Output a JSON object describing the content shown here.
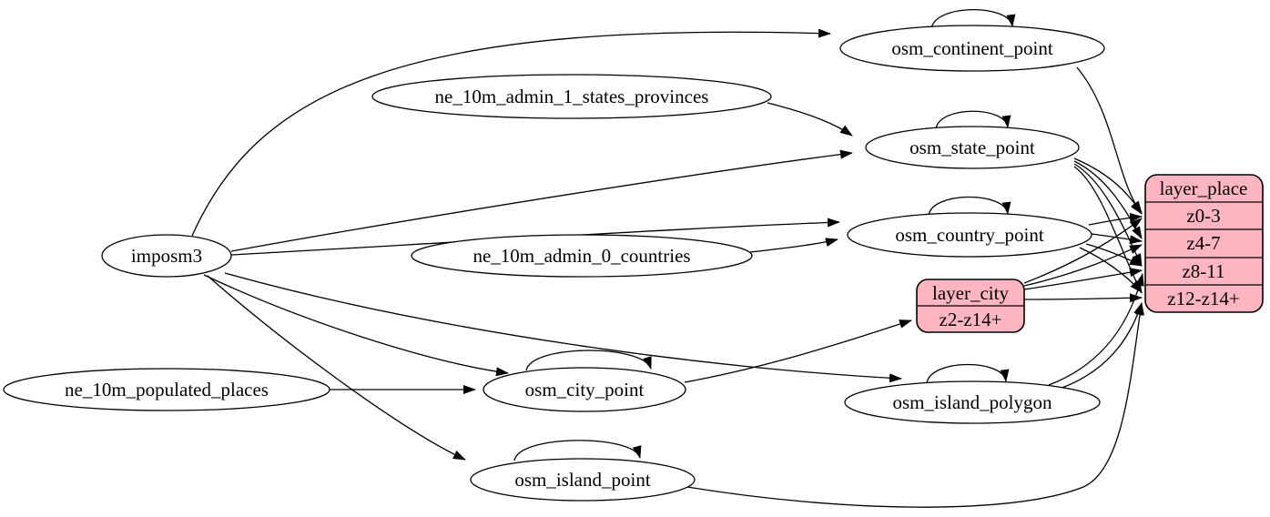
{
  "diagram": {
    "kind": "etl-graph",
    "background": "#ffffff",
    "node_fill": "#ffffff",
    "record_fill": "#ffb6c1",
    "stroke_color": "#000000"
  },
  "nodes": {
    "imposm3": {
      "label": "imposm3"
    },
    "ne_10m_admin_1_states_provinces": {
      "label": "ne_10m_admin_1_states_provinces"
    },
    "ne_10m_admin_0_countries": {
      "label": "ne_10m_admin_0_countries"
    },
    "ne_10m_populated_places": {
      "label": "ne_10m_populated_places"
    },
    "osm_continent_point": {
      "label": "osm_continent_point"
    },
    "osm_state_point": {
      "label": "osm_state_point"
    },
    "osm_country_point": {
      "label": "osm_country_point"
    },
    "osm_city_point": {
      "label": "osm_city_point"
    },
    "osm_island_polygon": {
      "label": "osm_island_polygon"
    },
    "osm_island_point": {
      "label": "osm_island_point"
    },
    "layer_city": {
      "title": "layer_city",
      "rows": [
        "z2-z14+"
      ]
    },
    "layer_place": {
      "title": "layer_place",
      "rows": [
        "z0-3",
        "z4-7",
        "z8-11",
        "z12-z14+"
      ]
    }
  },
  "edges": [
    {
      "from": "imposm3",
      "to": "osm_continent_point"
    },
    {
      "from": "imposm3",
      "to": "osm_state_point"
    },
    {
      "from": "imposm3",
      "to": "osm_country_point"
    },
    {
      "from": "imposm3",
      "to": "osm_city_point"
    },
    {
      "from": "imposm3",
      "to": "osm_island_polygon"
    },
    {
      "from": "imposm3",
      "to": "osm_island_point"
    },
    {
      "from": "ne_10m_admin_1_states_provinces",
      "to": "osm_state_point"
    },
    {
      "from": "ne_10m_admin_0_countries",
      "to": "osm_country_point"
    },
    {
      "from": "ne_10m_populated_places",
      "to": "osm_city_point"
    },
    {
      "from": "osm_continent_point",
      "to": "osm_continent_point",
      "type": "self-loop"
    },
    {
      "from": "osm_state_point",
      "to": "osm_state_point",
      "type": "self-loop"
    },
    {
      "from": "osm_country_point",
      "to": "osm_country_point",
      "type": "self-loop"
    },
    {
      "from": "osm_city_point",
      "to": "osm_city_point",
      "type": "self-loop"
    },
    {
      "from": "osm_island_polygon",
      "to": "osm_island_polygon",
      "type": "self-loop"
    },
    {
      "from": "osm_island_point",
      "to": "osm_island_point",
      "type": "self-loop"
    },
    {
      "from": "osm_continent_point",
      "to": "layer_place",
      "row": "z0-3"
    },
    {
      "from": "osm_state_point",
      "to": "layer_place",
      "row": "z0-3"
    },
    {
      "from": "osm_state_point",
      "to": "layer_place",
      "row": "z4-7"
    },
    {
      "from": "osm_state_point",
      "to": "layer_place",
      "row": "z8-11"
    },
    {
      "from": "osm_state_point",
      "to": "layer_place",
      "row": "z12-z14+"
    },
    {
      "from": "osm_country_point",
      "to": "layer_place",
      "row": "z0-3"
    },
    {
      "from": "osm_country_point",
      "to": "layer_place",
      "row": "z4-7"
    },
    {
      "from": "osm_country_point",
      "to": "layer_place",
      "row": "z8-11"
    },
    {
      "from": "osm_country_point",
      "to": "layer_place",
      "row": "z12-z14+"
    },
    {
      "from": "osm_city_point",
      "to": "layer_city",
      "row": "z2-z14+"
    },
    {
      "from": "layer_city",
      "to": "layer_place",
      "row": "z0-3"
    },
    {
      "from": "layer_city",
      "to": "layer_place",
      "row": "z4-7"
    },
    {
      "from": "layer_city",
      "to": "layer_place",
      "row": "z8-11"
    },
    {
      "from": "layer_city",
      "to": "layer_place",
      "row": "z12-z14+"
    },
    {
      "from": "osm_island_polygon",
      "to": "layer_place",
      "row": "z8-11"
    },
    {
      "from": "osm_island_polygon",
      "to": "layer_place",
      "row": "z12-z14+"
    },
    {
      "from": "osm_island_point",
      "to": "layer_place",
      "row": "z12-z14+"
    }
  ]
}
